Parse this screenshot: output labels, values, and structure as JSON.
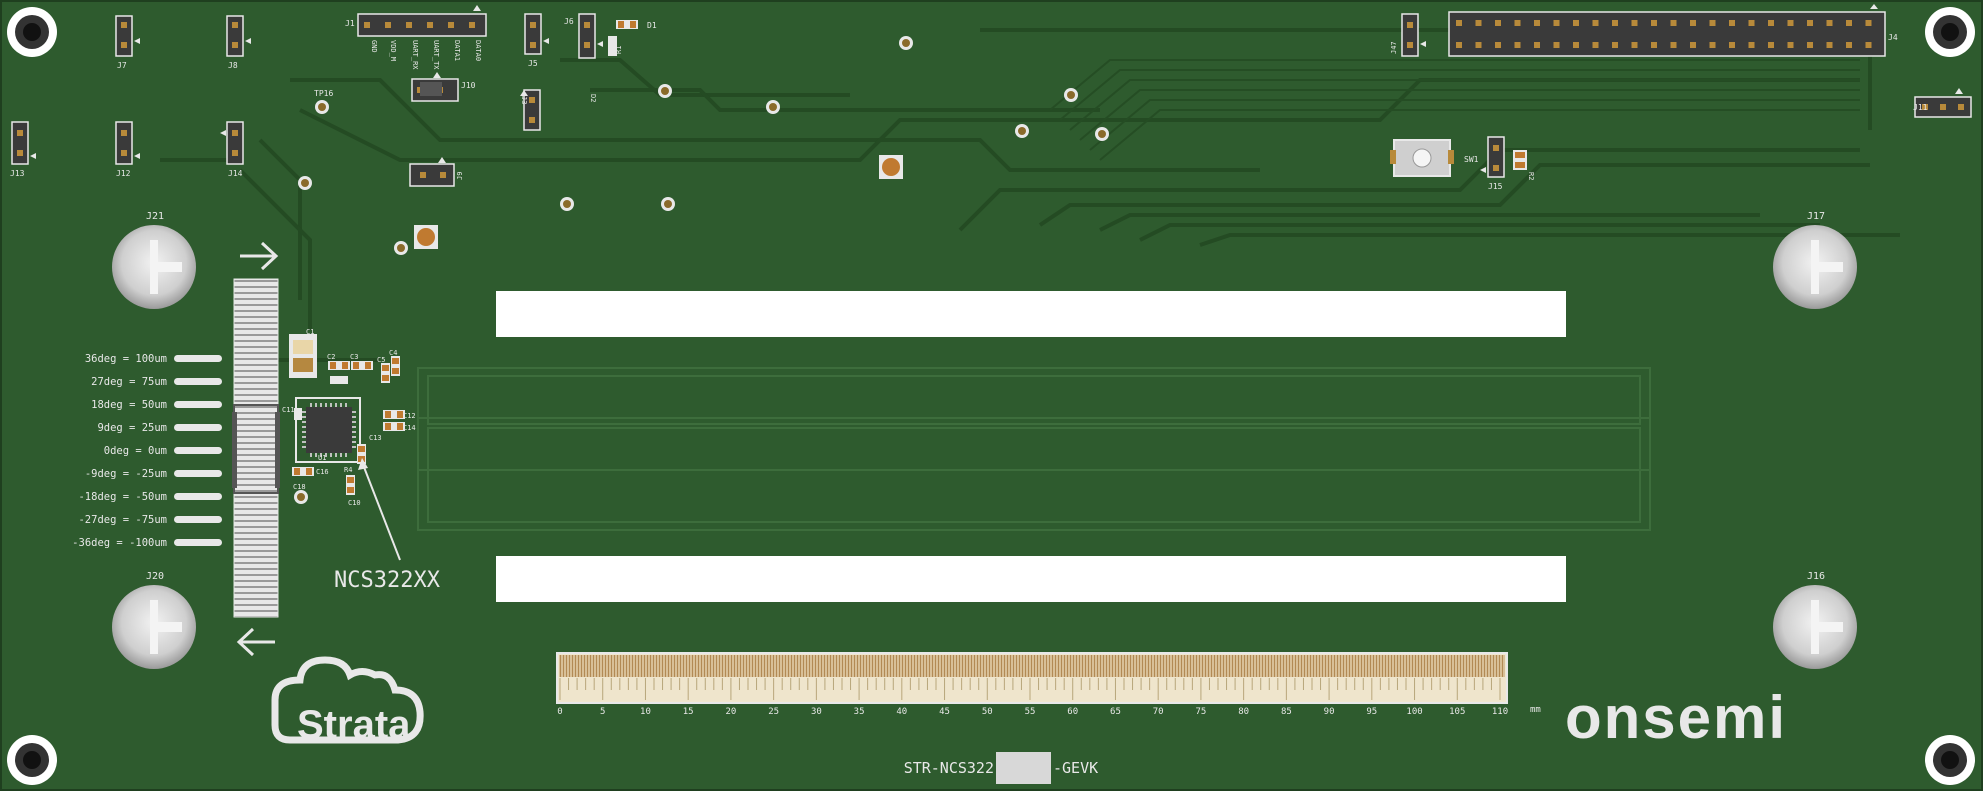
{
  "board": {
    "top_labels": {
      "j1": "J1",
      "j6": "J6",
      "d1": "D1",
      "r1": "R1",
      "d2": "D2",
      "j7": "J7",
      "j8": "J8",
      "j5": "J5",
      "j10": "J10",
      "j9": "J9",
      "j3": "J3",
      "tp16": "TP16",
      "j13": "J13",
      "j12": "J12",
      "j14": "J14",
      "j47": "J47",
      "j4": "J4",
      "j11": "J11",
      "sw1": "SW1",
      "j15": "J15",
      "r2": "R2"
    },
    "j1_pins": [
      "GND",
      "VDD_M",
      "UART_RX",
      "UART_TX",
      "DATA1",
      "DATA0"
    ],
    "mount_labels": {
      "j21": "J21",
      "j17": "J17",
      "j20": "J20",
      "j16": "J16"
    },
    "component_labels": {
      "c1": "C1",
      "c2": "C2",
      "c3": "C3",
      "c4": "C4",
      "c5": "C5",
      "c12": "C12",
      "c14": "C14",
      "c13": "C13",
      "c16": "C16",
      "c18": "C18",
      "c10": "C10",
      "c11": "C11",
      "u1": "U1",
      "r4": "R4"
    },
    "angle_scale": [
      "36deg = 100um",
      "27deg = 75um",
      "18deg = 50um",
      "9deg = 25um",
      "0deg = 0um",
      "-9deg = -25um",
      "-18deg = -50um",
      "-27deg = -75um",
      "-36deg = -100um"
    ],
    "chip_callout": "NCS322XX",
    "ruler": {
      "ticks": [
        "0",
        "5",
        "10",
        "15",
        "20",
        "25",
        "30",
        "35",
        "40",
        "45",
        "50",
        "55",
        "60",
        "65",
        "70",
        "75",
        "80",
        "85",
        "90",
        "95",
        "100",
        "105",
        "110"
      ],
      "unit": "mm"
    },
    "logo_strata": "Strata",
    "logo_onsemi": "onsemi",
    "part_number_prefix": "STR-NCS322",
    "part_number_suffix": "-GEVK",
    "colors": {
      "pcb": "#2e5b2e",
      "trace": "#234a22",
      "silkscreen": "#e8e8e8",
      "header": "#3a3a3a"
    }
  }
}
